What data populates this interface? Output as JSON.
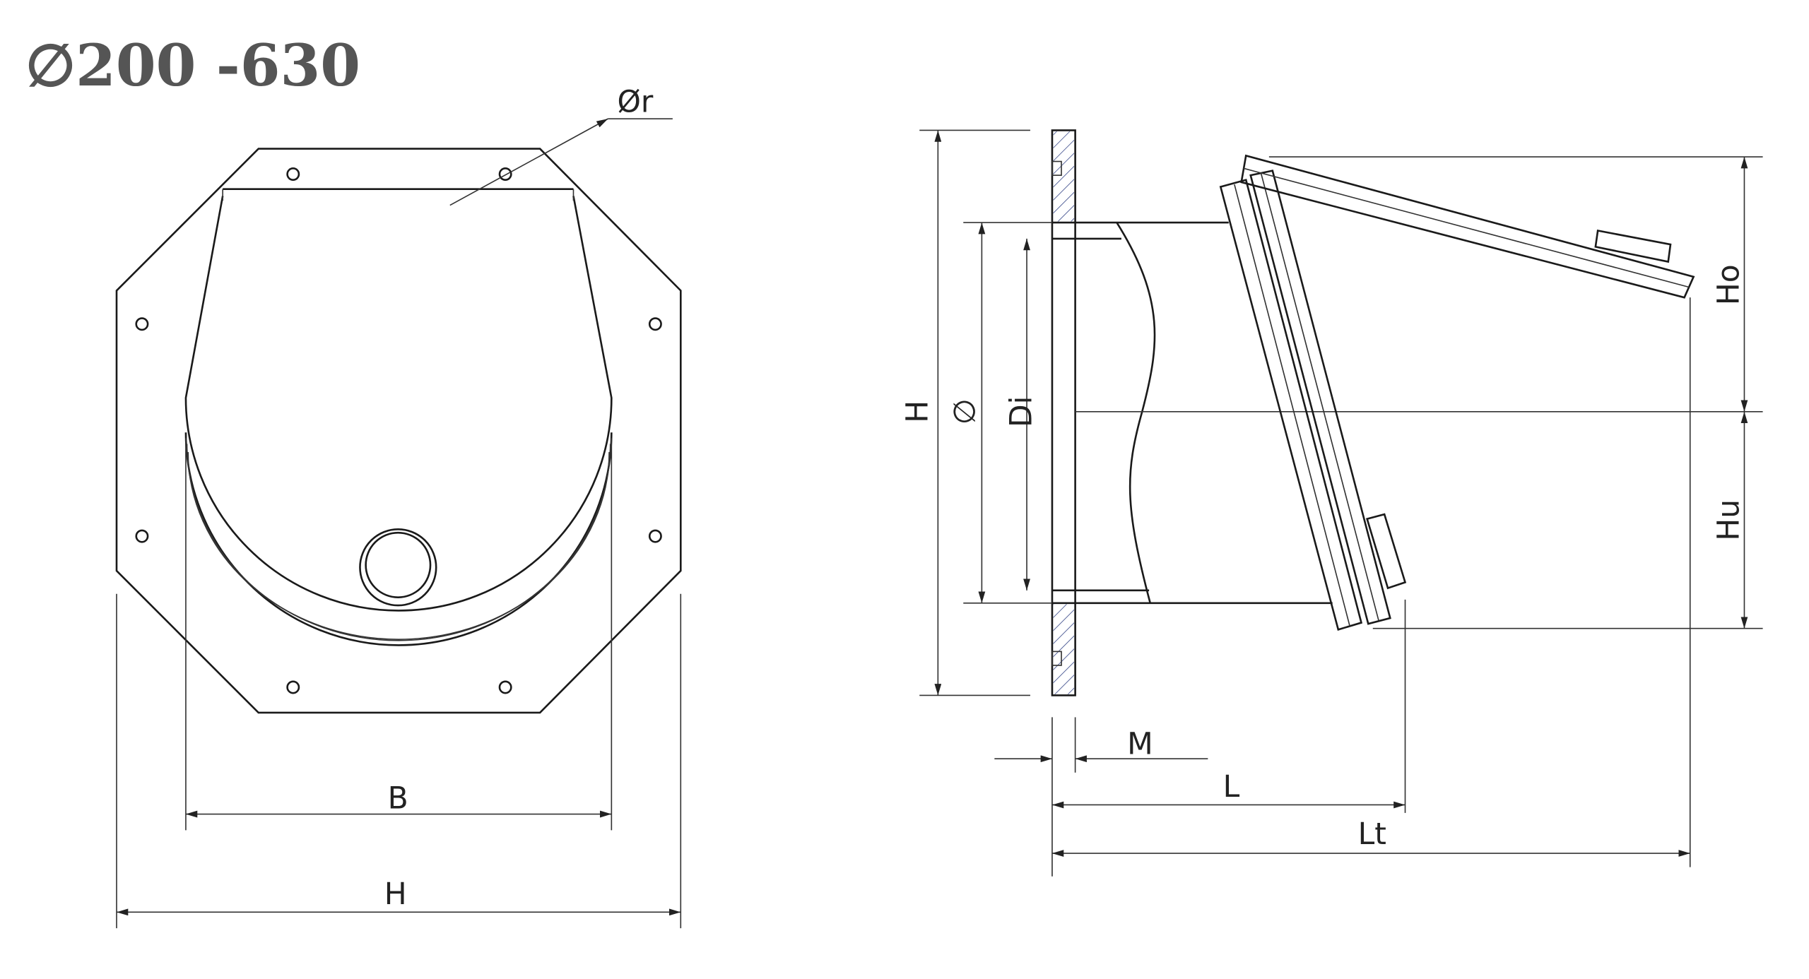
{
  "title": "∅200 -630",
  "front_view": {
    "labels": {
      "hole_diameter": "Ør",
      "width_inner": "B",
      "height_outer": "H"
    }
  },
  "side_view": {
    "labels": {
      "height": "H",
      "diameter": "∅",
      "inner_diameter": "Di",
      "height_over": "Ho",
      "height_under": "Hu",
      "flange_thickness": "M",
      "length": "L",
      "total_length": "Lt"
    }
  }
}
